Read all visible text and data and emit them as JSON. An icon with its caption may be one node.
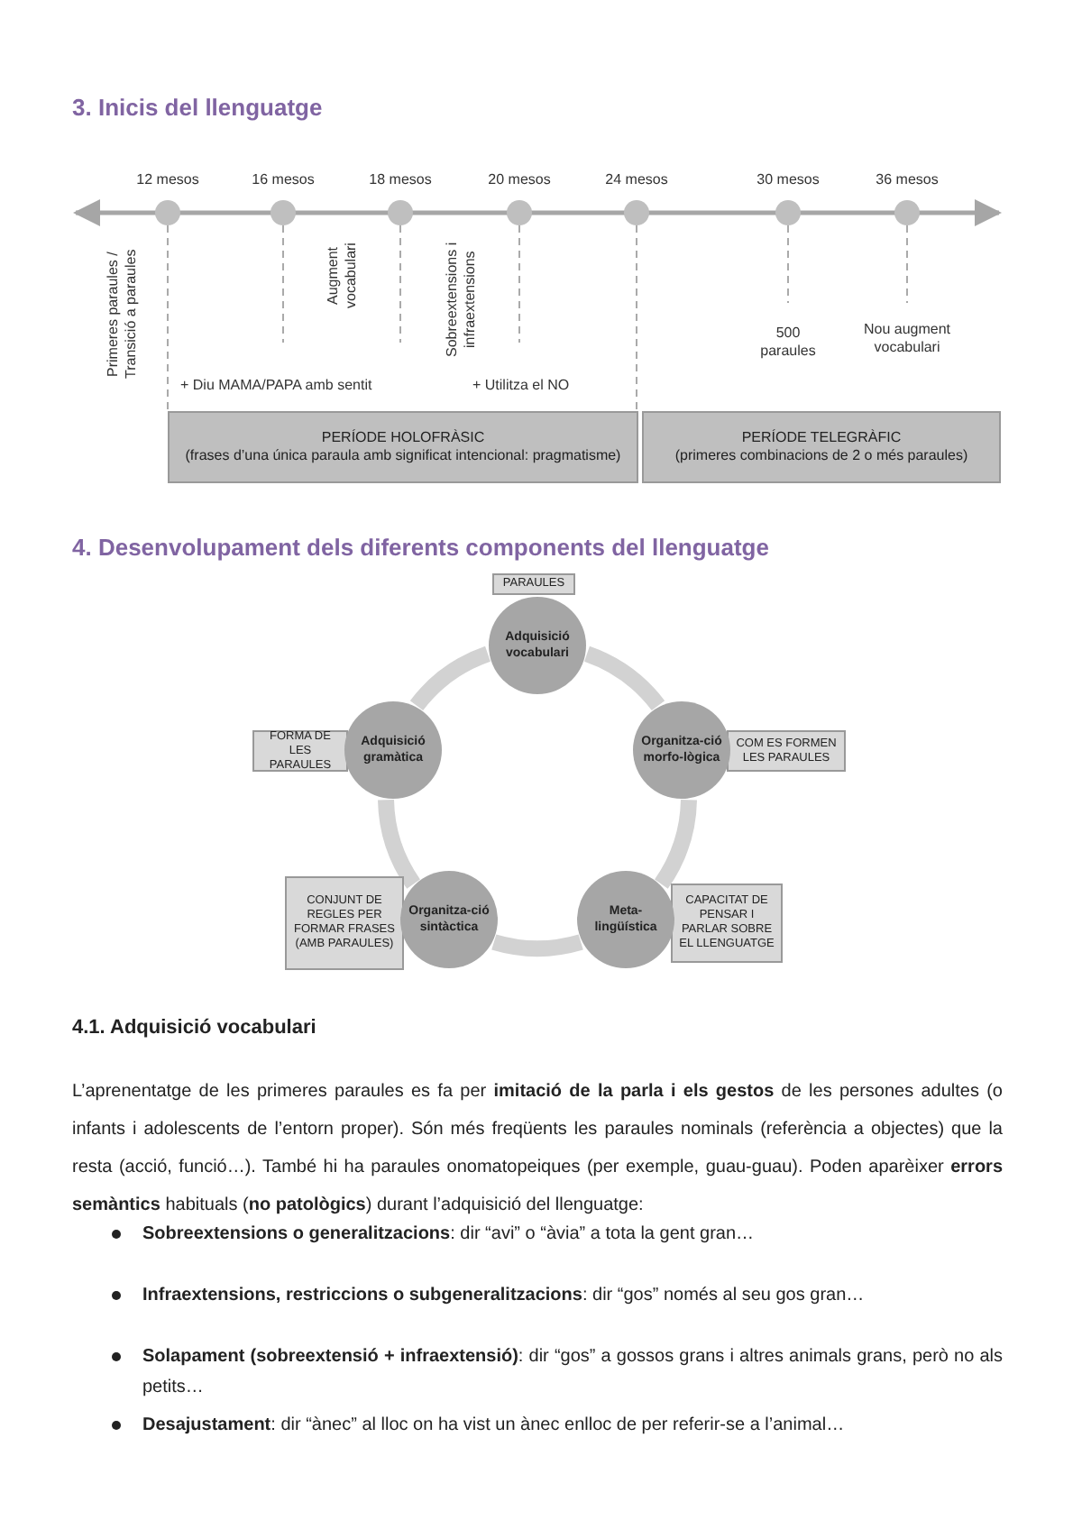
{
  "diagram": {
    "title": "3. Inicis del llenguatge",
    "nodes": [
      {
        "text": [],
        "shape": "circle",
        "beside": [
          "12 mesos"
        ]
      },
      {
        "text": [],
        "shape": "circle",
        "beside": [
          "16 mesos"
        ]
      },
      {
        "text": [],
        "shape": "circle",
        "beside": [
          "18 mesos"
        ]
      },
      {
        "text": [],
        "shape": "circle",
        "beside": [
          "20 mesos"
        ]
      },
      {
        "text": [],
        "shape": "circle",
        "beside": [
          "24 mesos"
        ]
      },
      {
        "text": [],
        "shape": "circle",
        "beside": [
          "30 mesos"
        ]
      },
      {
        "text": [],
        "shape": "circle",
        "beside": [
          "36 mesos"
        ]
      },
      {
        "text": [
          "PERÍODE HOLOFRÀSIC",
          "(frases d’una única paraula amb significat intencional: pragmatisme)"
        ]
      },
      {
        "text": [
          "PERÍODE TELEGRÀFIC",
          "(primeres combinacions de 2 o més paraules)"
        ]
      },
      {
        "text": [
          "Adquisició vocabulari"
        ]
      },
      {
        "text": [
          "PARAULES"
        ]
      },
      {
        "text": [
          "Organitza-ció morfo-lògica"
        ]
      },
      {
        "text": [
          "COM ES FORMEN LES PARAULES"
        ]
      },
      {
        "text": [
          "Meta-lingüística"
        ]
      },
      {
        "text": [
          "CAPACITAT DE PENSAR I PARLAR SOBRE EL LLENGUATGE"
        ]
      },
      {
        "text": [
          "Organitza-ció sintàctica"
        ]
      },
      {
        "text": [
          "CONJUNT DE REGLES PER FORMAR FRASES (AMB PARAULES)"
        ]
      },
      {
        "text": [
          "Adquisició gramàtica"
        ]
      },
      {
        "text": [
          "FORMA DE LES PARAULES"
        ]
      }
    ],
    "edges": [
      {
        "from": 9,
        "to": 11,
        "arrow": "none"
      },
      {
        "from": 11,
        "to": 13,
        "arrow": "none"
      },
      {
        "from": 13,
        "to": 15,
        "arrow": "none"
      },
      {
        "from": 15,
        "to": 17,
        "arrow": "none"
      },
      {
        "from": 17,
        "to": 9,
        "arrow": "none"
      },
      {
        "from": 0,
        "to": 7,
        "arrow": "none",
        "style": "dashed"
      },
      {
        "from": 4,
        "to": 7,
        "arrow": "none",
        "style": "dashed"
      }
    ],
    "labels": [
      "Primeres paraules / Transició a paraules",
      "Augment vocabulari",
      "Sobreextensions i infraextensions",
      "+ Diu MAMA/PAPA amb sentit",
      "+ Utilitza el NO",
      "500 paraules",
      "Nou augment vocabulari",
      "4. Desenvolupament dels diferents components del llenguatge",
      "4.1. Adquisició vocabulari",
      "L’aprenentatge de les primeres paraules es fa per **imitació de la parla i els gestos** de les persones adultes (o infants i adolescents de l’entorn proper). Són més freqüents les paraules nominals (referència a objectes) que la resta (acció, funció…). També hi ha paraules onomatopeiques (per exemple, guau-guau). Poden aparèixer **errors semàntics** habituals (**no patològics**) durant l’adquisició del llenguatge:",
      "**Sobreextensions o generalitzacions**: dir “avi” o “àvia” a tota la gent gran…",
      "**Infraextensions, restriccions o subgeneralitzacions**: dir “gos” només al seu gos gran…",
      "**Solapament (sobreextensió + infraextensió)**: dir “gos” a gossos grans i altres animals grans, però no als petits…",
      "**Desajustament**: dir “ànec” al lloc on ha vist un ànec enlloc de per referir-se a l’animal…"
    ]
  }
}
